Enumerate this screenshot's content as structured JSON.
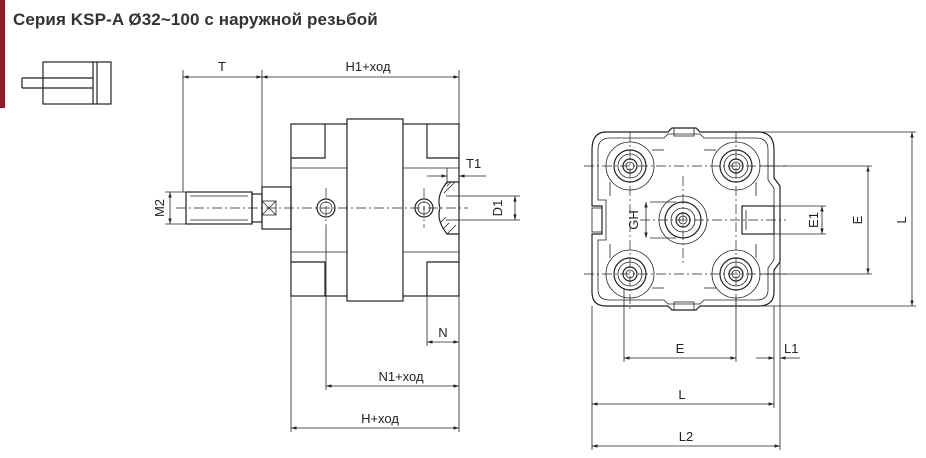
{
  "header": {
    "title": "Серия KSP-A Ø32~100 с наружной резьбой",
    "accent_color": "#8e1b2a"
  },
  "side_view": {
    "labels": {
      "T": "T",
      "H1": "H1+ход",
      "T1": "T1",
      "M2": "M2",
      "D1": "D1",
      "N": "N",
      "N1": "N1+ход",
      "H": "H+ход"
    }
  },
  "front_view": {
    "labels": {
      "GH": "GH",
      "E1": "E1",
      "E_vertical": "E",
      "L_vertical": "L",
      "E_horizontal": "E",
      "L1": "L1",
      "L_horizontal": "L",
      "L2": "L2"
    }
  },
  "icons": [
    "cylinder-symbol-icon",
    "arrowhead-marks"
  ]
}
